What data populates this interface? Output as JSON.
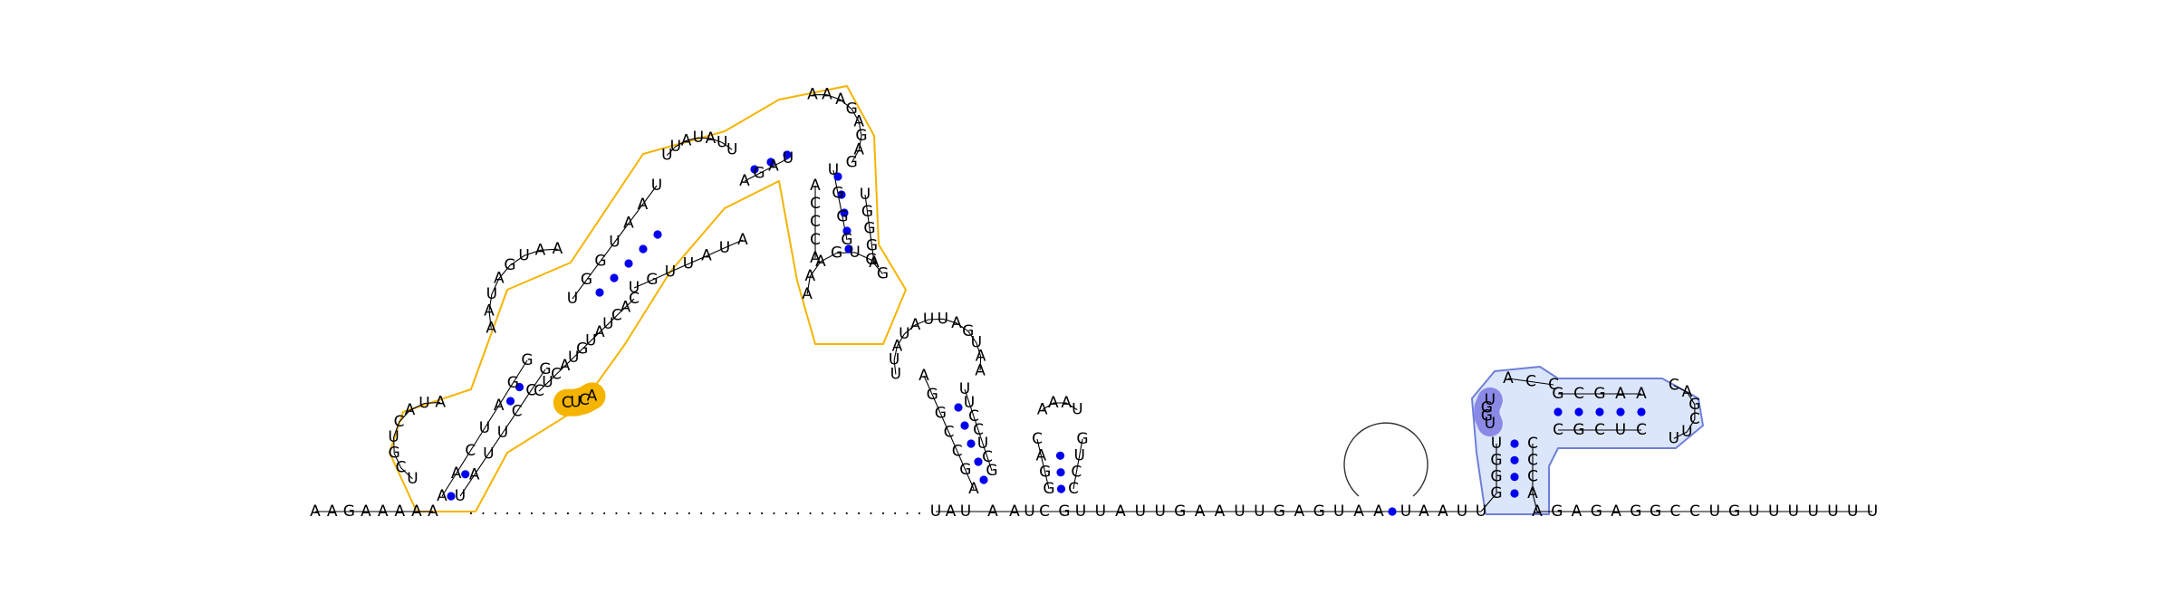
{
  "colors": {
    "outline_orange": "#f5b400",
    "fill_orange": "#f5b400",
    "outline_blue": "#6f7fd8",
    "fill_blue": "#dbe6fb",
    "fill_violet": "#8a8ae6",
    "pair_dot": "#0000ee",
    "backbone": "#000000",
    "loop_stroke": "#333333"
  },
  "sequence": {
    "five_prime_tail": "AAGAAAA",
    "h1_left_stem": "A",
    "gap_spacer_glyph": ".",
    "h2_left": "UAU",
    "h2_pair_base": "A",
    "between_h2_h3": "AUC",
    "h3_close_base": "G",
    "linker": "UUAUUGAAUUGAGUAA",
    "loop_anchor_base": "U",
    "pre_hp": "AAUU",
    "three_prime_tail": "AGAGAGGCCUGUUUUUUU"
  },
  "helix_orange": {
    "stem1_left": "AACUAGG",
    "stem1_right": "UAUUCCG",
    "loop1": "UCGUCAUA",
    "mid_left": "AAUAGUAA",
    "mid_right": "CUCAUGUAUCAC",
    "upper_left": "UGGUAAU",
    "upper_right": "UGUUAUA",
    "upper_loop": "UUAUAUU",
    "arm_left": "AGAU",
    "arm_right": "UGGG",
    "top_loop": "AAAGAGAG",
    "down_right": "UGGGA",
    "down_left": "ACCCA",
    "bottom_loop": "AAAGUGG",
    "highlight": "ACUC"
  },
  "helix_h2": {
    "left": "AGCCGGA",
    "right": "GCUCCUU",
    "loop": "UUAUAUUAGUAA"
  },
  "helix_h3": {
    "left": "GGAC",
    "right": "CCUG",
    "loop": "AAAU"
  },
  "helix_blue": {
    "stem_left": "GGGU",
    "stem_right": "ACCC",
    "violet": "UGGU",
    "top_left": "ACC",
    "top_pair": "GCGAA",
    "bottom_pair": "CGCUC",
    "hairpin_loop": "CAGCUU"
  }
}
